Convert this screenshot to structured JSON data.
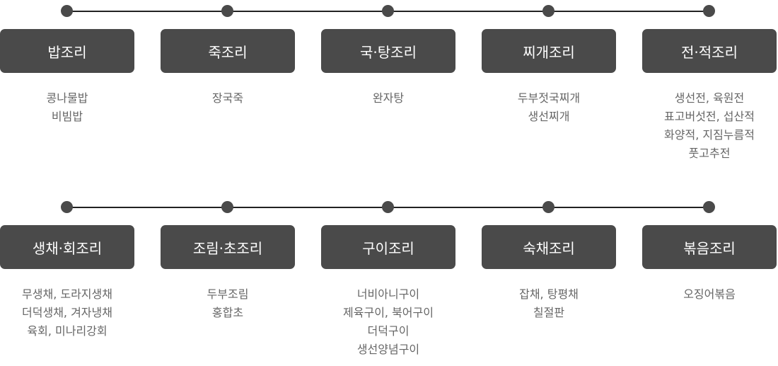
{
  "rows": [
    [
      {
        "title": "밥조리",
        "items": [
          "콩나물밥",
          "비빔밥"
        ]
      },
      {
        "title": "죽조리",
        "items": [
          "장국죽"
        ]
      },
      {
        "title": "국·탕조리",
        "items": [
          "완자탕"
        ]
      },
      {
        "title": "찌개조리",
        "items": [
          "두부젓국찌개",
          "생선찌개"
        ]
      },
      {
        "title": "전·적조리",
        "items": [
          "생선전, 육원전",
          "표고버섯전, 섭산적",
          "화양적, 지짐누름적",
          "풋고추전"
        ]
      }
    ],
    [
      {
        "title": "생채·회조리",
        "items": [
          "무생채, 도라지생채",
          "더덕생채, 겨자냉채",
          "육회, 미나리강회"
        ]
      },
      {
        "title": "조림·초조리",
        "items": [
          "두부조림",
          "홍합초"
        ]
      },
      {
        "title": "구이조리",
        "items": [
          "너비아니구이",
          "제육구이, 북어구이",
          "더덕구이",
          "생선양념구이"
        ]
      },
      {
        "title": "숙채조리",
        "items": [
          "잡채, 탕평채",
          "칠절판"
        ]
      },
      {
        "title": "볶음조리",
        "items": [
          "오징어볶음"
        ]
      }
    ]
  ]
}
